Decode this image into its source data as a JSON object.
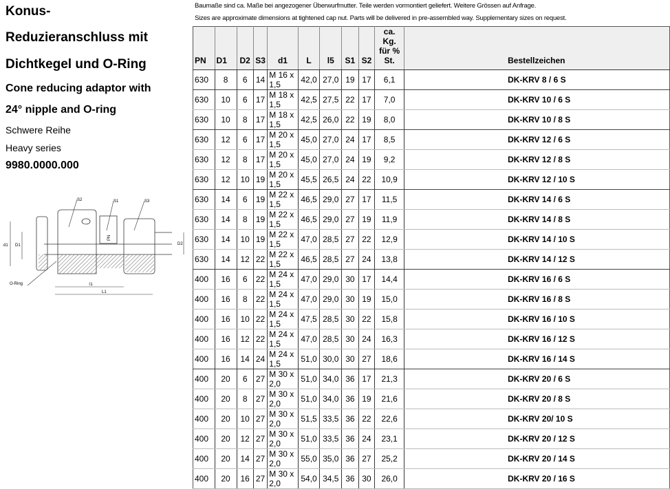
{
  "title": {
    "de_lines": [
      "Konus-",
      "Reduzieranschluss mit",
      "Dichtkegel und O-Ring"
    ],
    "en_lines": [
      "Cone reducing adaptor with",
      "24° nipple and O-ring"
    ],
    "series_de": "Schwere Reihe",
    "series_en": "Heavy series",
    "article": "9980.0000.000"
  },
  "notes": {
    "de": "Baumaße sind ca. Maße bei angezogener Überwurfmutter.  Teile werden vormontiert geliefert. Weitere Grössen auf Anfrage.",
    "en": "Sizes are approximate dimensions at tightened cap nut.  Parts will be delivered in pre-assembled way. Supplementary sizes on request."
  },
  "drawing": {
    "labels": [
      "S2",
      "S1",
      "S3",
      "d1",
      "D1",
      "D2",
      "O-Ring",
      "l1",
      "L1",
      "PN"
    ]
  },
  "table": {
    "headers": [
      "PN",
      "D1",
      "D2",
      "S3",
      "d1",
      "L",
      "l5",
      "S1",
      "S2",
      "ca. Kg.",
      "für % St.",
      "Bestellzeichen"
    ],
    "rows": [
      [
        "630",
        "8",
        "6",
        "14",
        "M 16 x 1,5",
        "42,0",
        "27,0",
        "19",
        "17",
        "6,1",
        "DK-KRV 8 / 6 S"
      ],
      [
        "630",
        "10",
        "6",
        "17",
        "M 18 x 1,5",
        "42,5",
        "27,5",
        "22",
        "17",
        "7,0",
        "DK-KRV 10 / 6 S"
      ],
      [
        "630",
        "10",
        "8",
        "17",
        "M 18 x 1,5",
        "42,5",
        "26,0",
        "22",
        "19",
        "8,0",
        "DK-KRV 10 / 8 S"
      ],
      [
        "630",
        "12",
        "6",
        "17",
        "M 20 x 1,5",
        "45,0",
        "27,0",
        "24",
        "17",
        "8,5",
        "DK-KRV 12 / 6 S"
      ],
      [
        "630",
        "12",
        "8",
        "17",
        "M 20 x 1,5",
        "45,0",
        "27,0",
        "24",
        "19",
        "9,2",
        "DK-KRV 12 / 8 S"
      ],
      [
        "630",
        "12",
        "10",
        "19",
        "M 20 x 1,5",
        "45,5",
        "26,5",
        "24",
        "22",
        "10,9",
        "DK-KRV 12 / 10 S"
      ],
      [
        "630",
        "14",
        "6",
        "19",
        "M 22 x 1,5",
        "46,5",
        "29,0",
        "27",
        "17",
        "11,5",
        "DK-KRV 14 / 6 S"
      ],
      [
        "630",
        "14",
        "8",
        "19",
        "M 22 x 1,5",
        "46,5",
        "29,0",
        "27",
        "19",
        "11,9",
        "DK-KRV 14 / 8 S"
      ],
      [
        "630",
        "14",
        "10",
        "19",
        "M 22 x 1,5",
        "47,0",
        "28,5",
        "27",
        "22",
        "12,9",
        "DK-KRV 14 / 10 S"
      ],
      [
        "630",
        "14",
        "12",
        "22",
        "M 22 x 1,5",
        "46,5",
        "28,5",
        "27",
        "24",
        "13,8",
        "DK-KRV 14 / 12 S"
      ],
      [
        "400",
        "16",
        "6",
        "22",
        "M 24 x 1,5",
        "47,0",
        "29,0",
        "30",
        "17",
        "14,4",
        "DK-KRV 16 / 6 S"
      ],
      [
        "400",
        "16",
        "8",
        "22",
        "M 24 x 1,5",
        "47,0",
        "29,0",
        "30",
        "19",
        "15,0",
        "DK-KRV 16 / 8 S"
      ],
      [
        "400",
        "16",
        "10",
        "22",
        "M 24 x 1,5",
        "47,5",
        "28,5",
        "30",
        "22",
        "15,8",
        "DK-KRV 16 / 10 S"
      ],
      [
        "400",
        "16",
        "12",
        "22",
        "M 24 x 1,5",
        "47,0",
        "28,5",
        "30",
        "24",
        "16,3",
        "DK-KRV 16 / 12 S"
      ],
      [
        "400",
        "16",
        "14",
        "24",
        "M 24 x 1,5",
        "51,0",
        "30,0",
        "30",
        "27",
        "18,6",
        "DK-KRV 16 / 14 S"
      ],
      [
        "400",
        "20",
        "6",
        "27",
        "M 30 x 2,0",
        "51,0",
        "34,0",
        "36",
        "17",
        "21,3",
        "DK-KRV 20 / 6 S"
      ],
      [
        "400",
        "20",
        "8",
        "27",
        "M 30 x 2,0",
        "51,0",
        "34,0",
        "36",
        "19",
        "21,6",
        "DK-KRV 20 / 8 S"
      ],
      [
        "400",
        "20",
        "10",
        "27",
        "M 30 x 2,0",
        "51,5",
        "33,5",
        "36",
        "22",
        "22,6",
        "DK-KRV 20/ 10 S"
      ],
      [
        "400",
        "20",
        "12",
        "27",
        "M 30 x 2,0",
        "51,0",
        "33,5",
        "36",
        "24",
        "23,1",
        "DK-KRV 20 / 12 S"
      ],
      [
        "400",
        "20",
        "14",
        "27",
        "M 30 x 2,0",
        "55,0",
        "35,0",
        "36",
        "27",
        "25,2",
        "DK-KRV 20 / 14 S"
      ],
      [
        "400",
        "20",
        "16",
        "27",
        "M 30 x 2,0",
        "54,0",
        "34,5",
        "36",
        "30",
        "26,0",
        "DK-KRV 20 / 16 S"
      ]
    ]
  }
}
